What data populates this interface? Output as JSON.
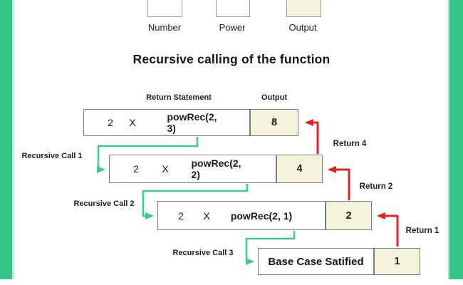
{
  "legend": {
    "items": [
      {
        "label": "Number",
        "fill": "#ffffff"
      },
      {
        "label": "Power",
        "fill": "#ffffff"
      },
      {
        "label": "Output",
        "fill": "#f6f3dd"
      }
    ]
  },
  "title": "Recursive calling of the function",
  "diagram": {
    "column_headers": {
      "return_statement": "Return Statement",
      "output": "Output"
    },
    "rows": [
      {
        "factor": "2",
        "times": "X",
        "call": "powRec(2, 3)",
        "output": "8"
      },
      {
        "factor": "2",
        "times": "X",
        "call": "powRec(2, 2)",
        "output": "4"
      },
      {
        "factor": "2",
        "times": "X",
        "call": "powRec(2, 1)",
        "output": "2"
      },
      {
        "base_case": "Base Case Satified",
        "output": "1"
      }
    ],
    "call_labels": [
      "Recursive Call 1",
      "Recursive Call 2",
      "Recursive Call 3"
    ],
    "return_labels": [
      "Return 4",
      "Return 2",
      "Return 1"
    ],
    "colors": {
      "border_green": "#35c687",
      "border_green_light": "#a9e9cd",
      "arrow_green": "#3bcb8d",
      "arrow_red": "#e62128",
      "output_beige": "#f6f3dd",
      "box_border_gray": "#7d7d7d"
    }
  }
}
